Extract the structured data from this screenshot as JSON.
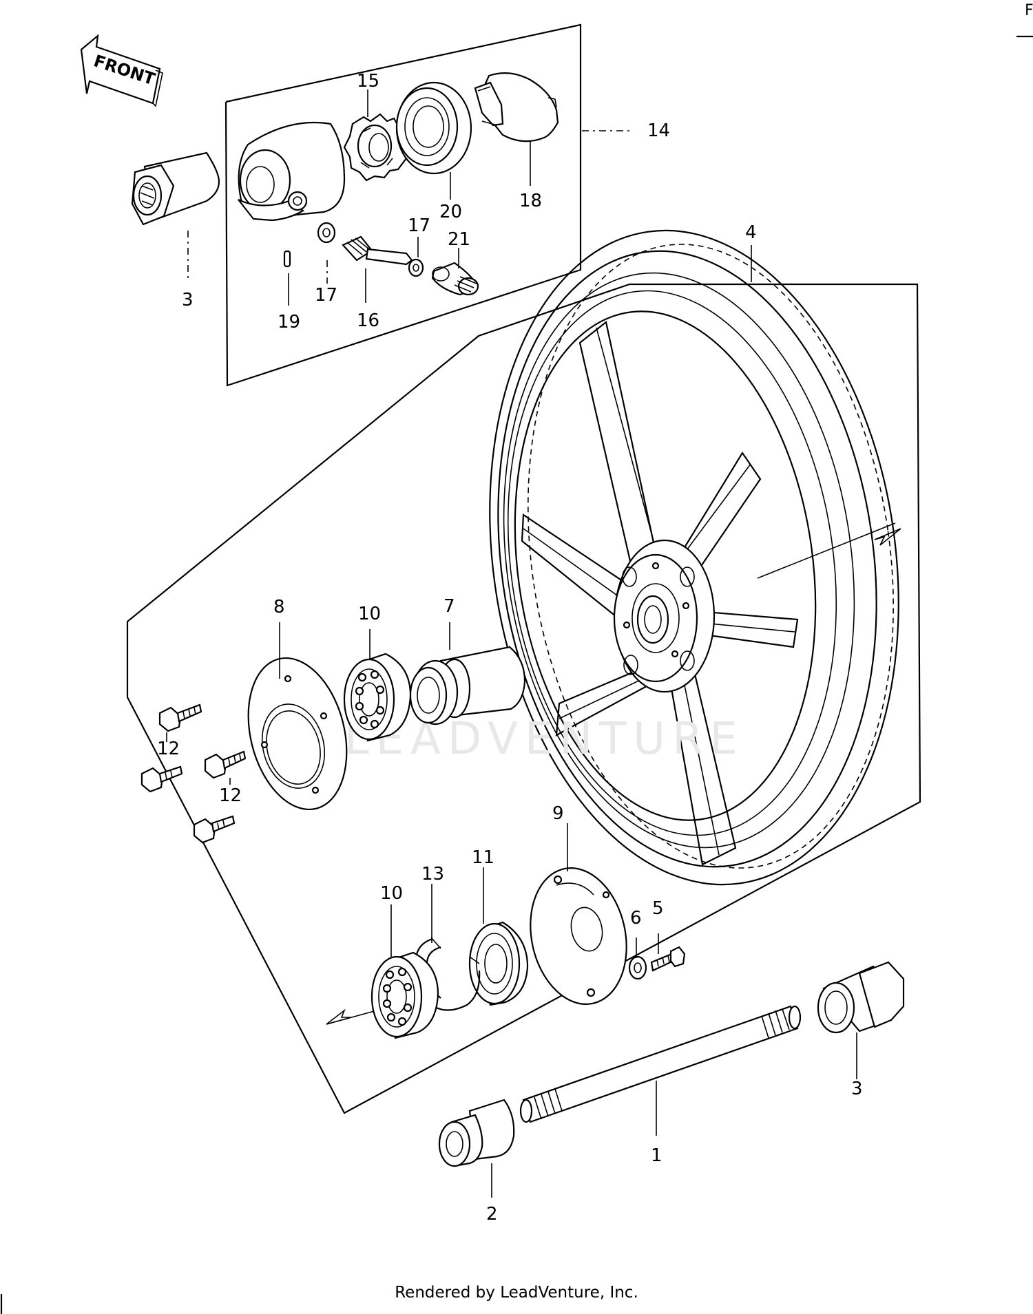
{
  "front_label": "FRONT",
  "corner_label": "F",
  "watermark": "LEADVENTURE",
  "footer_text": "Rendered by LeadVenture, Inc.",
  "callouts": [
    {
      "id": "c1",
      "label": "1"
    },
    {
      "id": "c2",
      "label": "2"
    },
    {
      "id": "c3a",
      "label": "3"
    },
    {
      "id": "c3b",
      "label": "3"
    },
    {
      "id": "c4",
      "label": "4"
    },
    {
      "id": "c5",
      "label": "5"
    },
    {
      "id": "c6",
      "label": "6"
    },
    {
      "id": "c7",
      "label": "7"
    },
    {
      "id": "c8",
      "label": "8"
    },
    {
      "id": "c9",
      "label": "9"
    },
    {
      "id": "c10a",
      "label": "10"
    },
    {
      "id": "c10b",
      "label": "10"
    },
    {
      "id": "c11",
      "label": "11"
    },
    {
      "id": "c12a",
      "label": "12"
    },
    {
      "id": "c12b",
      "label": "12"
    },
    {
      "id": "c13",
      "label": "13"
    },
    {
      "id": "c14",
      "label": "14"
    },
    {
      "id": "c15",
      "label": "15"
    },
    {
      "id": "c16",
      "label": "16"
    },
    {
      "id": "c17a",
      "label": "17"
    },
    {
      "id": "c17b",
      "label": "17"
    },
    {
      "id": "c18",
      "label": "18"
    },
    {
      "id": "c19",
      "label": "19"
    },
    {
      "id": "c20",
      "label": "20"
    },
    {
      "id": "c21",
      "label": "21"
    }
  ]
}
